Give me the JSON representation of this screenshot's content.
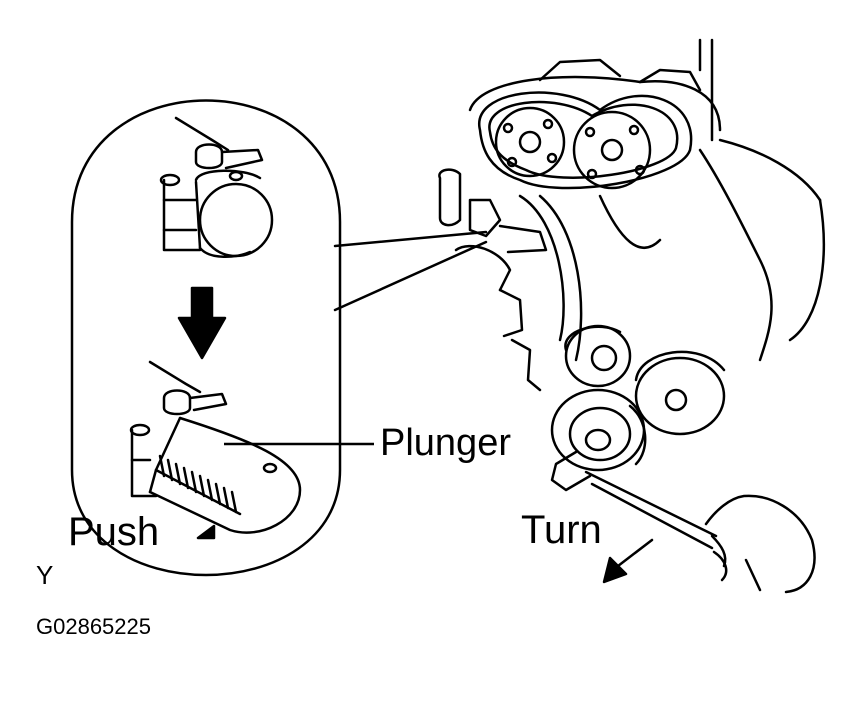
{
  "labels": {
    "plunger": "Plunger",
    "push": "Push",
    "turn": "Turn",
    "view_mark": "Y",
    "figure_code": "G02865225"
  },
  "colors": {
    "ink": "#000000",
    "paper": "#ffffff"
  }
}
